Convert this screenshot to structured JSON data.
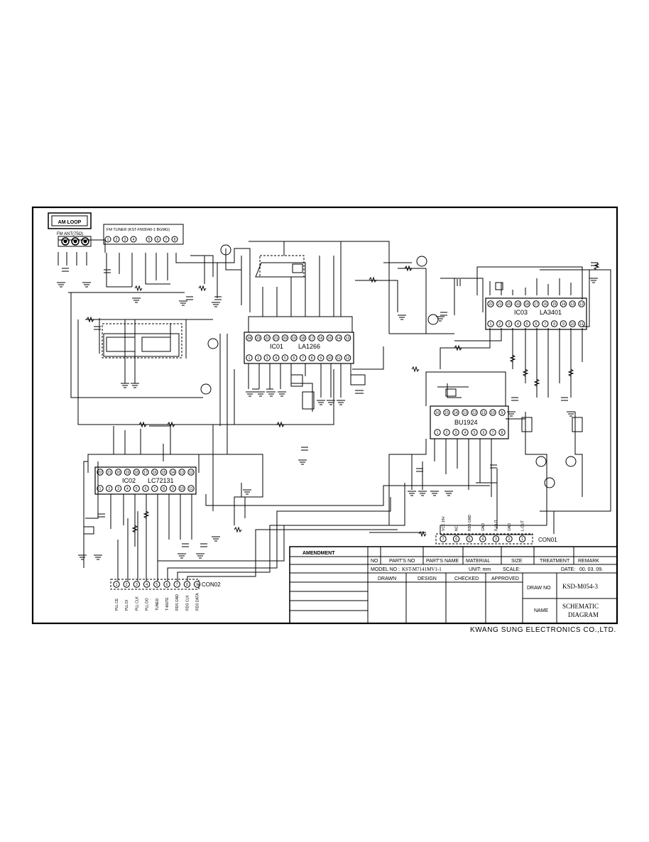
{
  "inputs": {
    "am_loop": "AM LOOP",
    "fm_ant": "FM ANT(75Ω)",
    "fm_tuner": "FM TUNER (KST-FM3040-1 BGMG)"
  },
  "ics": [
    {
      "ref": "IC01",
      "part": "LA1266",
      "pins_top": [
        "24",
        "23",
        "22",
        "21",
        "20",
        "19",
        "18",
        "17",
        "16",
        "15",
        "14",
        "13"
      ],
      "pins_bottom": [
        "1",
        "2",
        "3",
        "4",
        "5",
        "6",
        "7",
        "8",
        "9",
        "10",
        "11",
        "12"
      ]
    },
    {
      "ref": "IC02",
      "part": "LC72131",
      "pins_top": [
        "22",
        "21",
        "20",
        "19",
        "18",
        "17",
        "16",
        "15",
        "14",
        "13",
        "12"
      ],
      "pins_bottom": [
        "1",
        "2",
        "3",
        "4",
        "5",
        "6",
        "7",
        "8",
        "9",
        "10",
        "11"
      ]
    },
    {
      "ref": "IC03",
      "part": "LA3401",
      "pins_top": [
        "22",
        "21",
        "20",
        "19",
        "18",
        "17",
        "16",
        "15",
        "14",
        "13",
        "12"
      ],
      "pins_bottom": [
        "1",
        "2",
        "3",
        "4",
        "5",
        "6",
        "7",
        "8",
        "9",
        "10",
        "11"
      ]
    },
    {
      "ref": "",
      "part": "BU1924",
      "pins_top": [
        "16",
        "15",
        "14",
        "13",
        "12",
        "11",
        "10",
        "9"
      ],
      "pins_bottom": [
        "1",
        "2",
        "3",
        "4",
        "5",
        "6",
        "7",
        "8"
      ]
    }
  ],
  "connectors": {
    "con01": {
      "label": "CON01",
      "pins": [
        "7",
        "6",
        "5",
        "4",
        "3",
        "2",
        "1"
      ],
      "signals": [
        "VCC 15V",
        "NC",
        "RDS GND",
        "GND",
        "R-OUT",
        "GND",
        "L-OUT"
      ]
    },
    "con02": {
      "label": "CON02",
      "pins": [
        "1",
        "2",
        "3",
        "4",
        "5",
        "6",
        "7",
        "8",
        "9"
      ],
      "signals": [
        "PLL CE",
        "PLL DI",
        "PLL CLK",
        "PLL DO",
        "TUNED",
        "T-MUTE",
        "RDS GND",
        "RDS CLK",
        "RDS DATA"
      ]
    }
  },
  "title_block": {
    "amendment": "AMENDMENT",
    "headers": [
      "NO",
      "PART'S NO",
      "PART'S NAME",
      "MATERIAL",
      "SIZE",
      "TREATMENT",
      "REMARK"
    ],
    "model_label": "MODEL NO :",
    "model_value": "KST-M7141MV1-1",
    "unit_label": "UNIT: mm",
    "scale_label": "SCALE:",
    "date_label": "DATE:",
    "date_value": "00. 03. 09.",
    "drawn": "DRAWN",
    "design": "DESIGN",
    "checked": "CHECKED",
    "approved": "APPROVED",
    "draw_no_label": "DRAW NO",
    "draw_no_value": "KSD-M054-3",
    "name_label": "NAME",
    "name_value_1": "SCHEMATIC",
    "name_value_2": "DIAGRAM"
  },
  "company": "KWANG SUNG ELECTRONICS CO.,LTD."
}
